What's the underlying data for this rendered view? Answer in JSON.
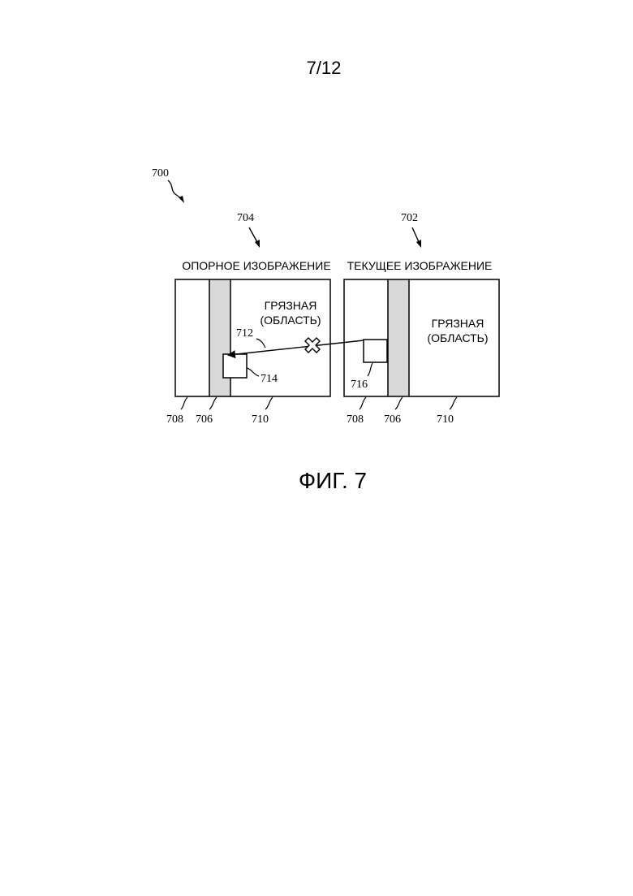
{
  "page_number": "7/12",
  "figure_caption": "ФИГ. 7",
  "labels": {
    "fig_ref": "700",
    "ref_picture_ref": "704",
    "cur_picture_ref": "702",
    "ref_picture_title": "ОПОРНОЕ ИЗОБРАЖЕНИЕ",
    "cur_picture_title": "ТЕКУЩЕЕ ИЗОБРАЖЕНИЕ",
    "ref_dirty_line1": "ГРЯЗНАЯ",
    "ref_dirty_line2": "(ОБЛАСТЬ)",
    "cur_dirty_line1": "ГРЯЗНАЯ",
    "cur_dirty_line2": "(ОБЛАСТЬ)",
    "mv_ref": "712",
    "ref_block_ref": "714",
    "cur_block_ref": "716",
    "ref_left_ref": "708",
    "ref_band_ref": "706",
    "ref_right_ref": "710",
    "cur_left_ref": "708",
    "cur_band_ref": "706",
    "cur_right_ref": "710"
  },
  "colors": {
    "ink": "#000000",
    "band_fill": "#d9d9d9",
    "background": "#ffffff"
  },
  "icons": {
    "invalid_marker": "cross-mark-icon"
  }
}
